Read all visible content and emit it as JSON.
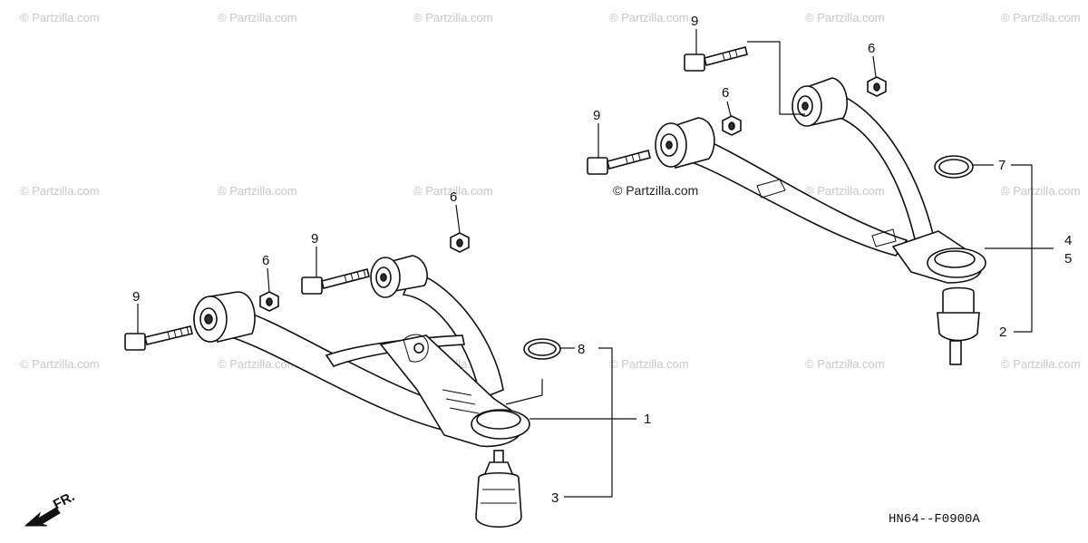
{
  "watermark": "© Partzilla.com",
  "brand_label": "© Partzilla.com",
  "diagram_code": "HN64--F0900A",
  "front_label": "FR.",
  "callouts": {
    "left_bolt_a": "9",
    "left_bolt_b": "9",
    "left_nut_a": "6",
    "left_nut_b": "6",
    "left_circlip": "8",
    "left_arm": "1",
    "left_balljoint": "3",
    "right_bolt_a": "9",
    "right_bolt_b": "9",
    "right_nut_a": "6",
    "right_nut_b": "6",
    "right_circlip": "7",
    "right_arm_a": "4",
    "right_arm_b": "5",
    "right_balljoint": "2"
  }
}
